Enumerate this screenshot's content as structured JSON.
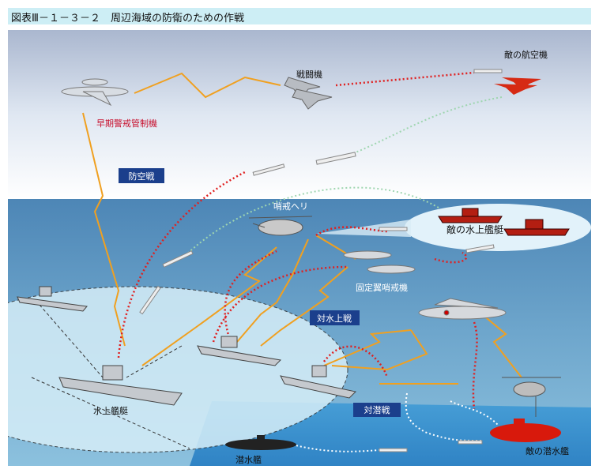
{
  "title": "図表Ⅲ－１－３－２　周辺海域の防衛のための作戦",
  "labels": {
    "fighter": "戦闘機",
    "enemy_aircraft": "敵の航空機",
    "awacs": "早期警戒管制機",
    "patrol_heli": "哨戒ヘリ",
    "enemy_ships": "敵の水上艦艇",
    "patrol_plane": "固定翼哨戒機",
    "surface_ship": "水上艦艇",
    "submarine": "潜水艦",
    "enemy_sub": "敵の潜水艦"
  },
  "operations": {
    "air_defense": "防空戦",
    "anti_surface": "対水上戦",
    "anti_submarine": "対潜戦"
  },
  "colors": {
    "title_bg": "#cdeef5",
    "op_box": "#1b3f8c",
    "awacs_label": "#c8102e",
    "enemy": "#cc2a1a",
    "arrow": "#f0a020"
  }
}
